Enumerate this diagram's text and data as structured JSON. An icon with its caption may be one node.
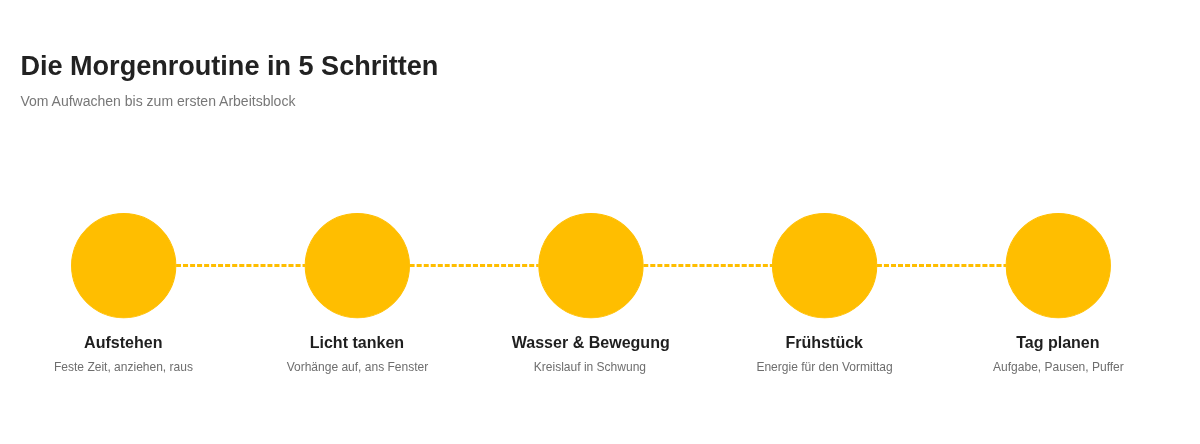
{
  "diagram": {
    "title": "Die Morgenroutine in 5 Schritten",
    "caption": "Vom Aufwachen bis zum ersten Arbeitsblock",
    "nodes": [
      {
        "text": [
          "Aufstehen",
          "Feste Zeit, anziehen, raus"
        ]
      },
      {
        "text": [
          "Licht tanken",
          "Vorhänge auf, ans Fenster"
        ]
      },
      {
        "text": [
          "Wasser & Bewegung",
          "Kreislauf in Schwung"
        ]
      },
      {
        "text": [
          "Frühstück",
          "Energie für den Vormittag"
        ]
      },
      {
        "text": [
          "Tag planen",
          "Aufgabe, Pausen, Puffer"
        ]
      }
    ],
    "edges": [
      {
        "from": 0,
        "to": 1,
        "arrow": "none",
        "style": "dashed"
      },
      {
        "from": 1,
        "to": 2,
        "arrow": "none",
        "style": "dashed"
      },
      {
        "from": 2,
        "to": 3,
        "arrow": "none",
        "style": "dashed"
      },
      {
        "from": 3,
        "to": 4,
        "arrow": "none",
        "style": "dashed"
      }
    ]
  }
}
